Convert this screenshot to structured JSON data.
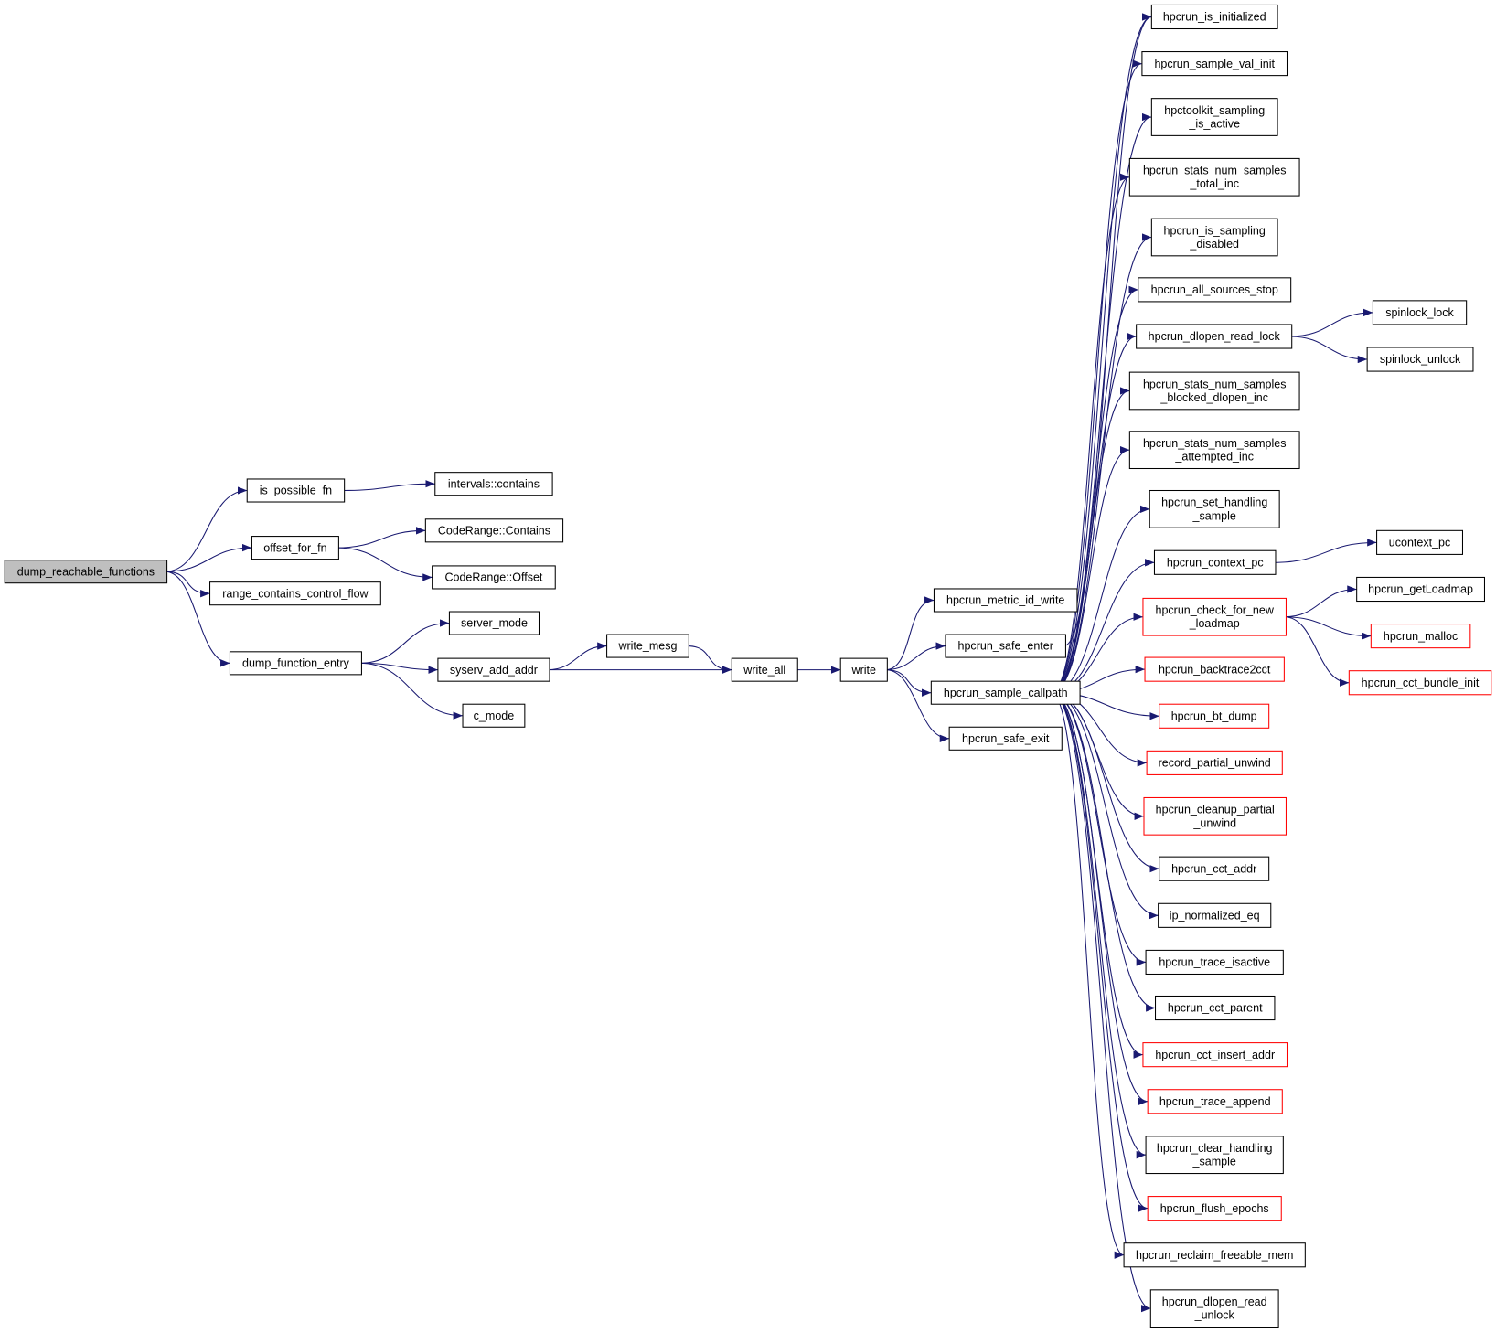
{
  "colors": {
    "edge": "#191970",
    "root_fill": "#bfbfbf",
    "border": "#000000",
    "truncated_border": "#ff0000"
  },
  "nodes": [
    {
      "id": "dump_reachable_functions",
      "lines": [
        "dump_reachable_functions"
      ],
      "root": true
    },
    {
      "id": "is_possible_fn",
      "lines": [
        "is_possible_fn"
      ]
    },
    {
      "id": "intervals_contains",
      "lines": [
        "intervals::contains"
      ]
    },
    {
      "id": "offset_for_fn",
      "lines": [
        "offset_for_fn"
      ]
    },
    {
      "id": "coderange_contains",
      "lines": [
        "CodeRange::Contains"
      ]
    },
    {
      "id": "coderange_offset",
      "lines": [
        "CodeRange::Offset"
      ]
    },
    {
      "id": "range_contains_control_flow",
      "lines": [
        "range_contains_control_flow"
      ]
    },
    {
      "id": "dump_function_entry",
      "lines": [
        "dump_function_entry"
      ]
    },
    {
      "id": "server_mode",
      "lines": [
        "server_mode"
      ]
    },
    {
      "id": "syserv_add_addr",
      "lines": [
        "syserv_add_addr"
      ]
    },
    {
      "id": "c_mode",
      "lines": [
        "c_mode"
      ]
    },
    {
      "id": "write_mesg",
      "lines": [
        "write_mesg"
      ]
    },
    {
      "id": "write_all",
      "lines": [
        "write_all"
      ]
    },
    {
      "id": "write",
      "lines": [
        "write"
      ]
    },
    {
      "id": "hpcrun_metric_id_write",
      "lines": [
        "hpcrun_metric_id_write"
      ]
    },
    {
      "id": "hpcrun_safe_enter",
      "lines": [
        "hpcrun_safe_enter"
      ]
    },
    {
      "id": "hpcrun_sample_callpath",
      "lines": [
        "hpcrun_sample_callpath"
      ]
    },
    {
      "id": "hpcrun_safe_exit",
      "lines": [
        "hpcrun_safe_exit"
      ]
    },
    {
      "id": "hpcrun_is_initialized",
      "lines": [
        "hpcrun_is_initialized"
      ]
    },
    {
      "id": "hpcrun_sample_val_init",
      "lines": [
        "hpcrun_sample_val_init"
      ]
    },
    {
      "id": "hpctoolkit_sampling_is_active",
      "lines": [
        "hpctoolkit_sampling",
        "_is_active"
      ]
    },
    {
      "id": "hpcrun_stats_num_samples_total_inc",
      "lines": [
        "hpcrun_stats_num_samples",
        "_total_inc"
      ]
    },
    {
      "id": "hpcrun_is_sampling_disabled",
      "lines": [
        "hpcrun_is_sampling",
        "_disabled"
      ]
    },
    {
      "id": "hpcrun_all_sources_stop",
      "lines": [
        "hpcrun_all_sources_stop"
      ]
    },
    {
      "id": "hpcrun_dlopen_read_lock",
      "lines": [
        "hpcrun_dlopen_read_lock"
      ]
    },
    {
      "id": "hpcrun_stats_num_samples_blocked_dlopen_inc",
      "lines": [
        "hpcrun_stats_num_samples",
        "_blocked_dlopen_inc"
      ]
    },
    {
      "id": "hpcrun_stats_num_samples_attempted_inc",
      "lines": [
        "hpcrun_stats_num_samples",
        "_attempted_inc"
      ]
    },
    {
      "id": "hpcrun_set_handling_sample",
      "lines": [
        "hpcrun_set_handling",
        "_sample"
      ]
    },
    {
      "id": "hpcrun_context_pc",
      "lines": [
        "hpcrun_context_pc"
      ]
    },
    {
      "id": "hpcrun_check_for_new_loadmap",
      "lines": [
        "hpcrun_check_for_new",
        "_loadmap"
      ],
      "truncated": true
    },
    {
      "id": "hpcrun_backtrace2cct",
      "lines": [
        "hpcrun_backtrace2cct"
      ],
      "truncated": true
    },
    {
      "id": "hpcrun_bt_dump",
      "lines": [
        "hpcrun_bt_dump"
      ],
      "truncated": true
    },
    {
      "id": "record_partial_unwind",
      "lines": [
        "record_partial_unwind"
      ],
      "truncated": true
    },
    {
      "id": "hpcrun_cleanup_partial_unwind",
      "lines": [
        "hpcrun_cleanup_partial",
        "_unwind"
      ],
      "truncated": true
    },
    {
      "id": "hpcrun_cct_addr",
      "lines": [
        "hpcrun_cct_addr"
      ]
    },
    {
      "id": "ip_normalized_eq",
      "lines": [
        "ip_normalized_eq"
      ]
    },
    {
      "id": "hpcrun_trace_isactive",
      "lines": [
        "hpcrun_trace_isactive"
      ]
    },
    {
      "id": "hpcrun_cct_parent",
      "lines": [
        "hpcrun_cct_parent"
      ]
    },
    {
      "id": "hpcrun_cct_insert_addr",
      "lines": [
        "hpcrun_cct_insert_addr"
      ],
      "truncated": true
    },
    {
      "id": "hpcrun_trace_append",
      "lines": [
        "hpcrun_trace_append"
      ],
      "truncated": true
    },
    {
      "id": "hpcrun_clear_handling_sample",
      "lines": [
        "hpcrun_clear_handling",
        "_sample"
      ]
    },
    {
      "id": "hpcrun_flush_epochs",
      "lines": [
        "hpcrun_flush_epochs"
      ],
      "truncated": true
    },
    {
      "id": "hpcrun_reclaim_freeable_mem",
      "lines": [
        "hpcrun_reclaim_freeable_mem"
      ]
    },
    {
      "id": "hpcrun_dlopen_read_unlock",
      "lines": [
        "hpcrun_dlopen_read",
        "_unlock"
      ]
    },
    {
      "id": "spinlock_lock",
      "lines": [
        "spinlock_lock"
      ]
    },
    {
      "id": "spinlock_unlock",
      "lines": [
        "spinlock_unlock"
      ]
    },
    {
      "id": "ucontext_pc",
      "lines": [
        "ucontext_pc"
      ]
    },
    {
      "id": "hpcrun_getLoadmap",
      "lines": [
        "hpcrun_getLoadmap"
      ]
    },
    {
      "id": "hpcrun_malloc",
      "lines": [
        "hpcrun_malloc"
      ],
      "truncated": true
    },
    {
      "id": "hpcrun_cct_bundle_init",
      "lines": [
        "hpcrun_cct_bundle_init"
      ],
      "truncated": true
    }
  ],
  "edges": [
    [
      "dump_reachable_functions",
      "is_possible_fn"
    ],
    [
      "dump_reachable_functions",
      "offset_for_fn"
    ],
    [
      "dump_reachable_functions",
      "range_contains_control_flow"
    ],
    [
      "dump_reachable_functions",
      "dump_function_entry"
    ],
    [
      "is_possible_fn",
      "intervals_contains"
    ],
    [
      "offset_for_fn",
      "coderange_contains"
    ],
    [
      "offset_for_fn",
      "coderange_offset"
    ],
    [
      "dump_function_entry",
      "server_mode"
    ],
    [
      "dump_function_entry",
      "syserv_add_addr"
    ],
    [
      "dump_function_entry",
      "c_mode"
    ],
    [
      "syserv_add_addr",
      "write_mesg"
    ],
    [
      "syserv_add_addr",
      "write_all"
    ],
    [
      "write_mesg",
      "write_all"
    ],
    [
      "write_all",
      "write"
    ],
    [
      "write",
      "hpcrun_metric_id_write"
    ],
    [
      "write",
      "hpcrun_safe_enter"
    ],
    [
      "write",
      "hpcrun_sample_callpath"
    ],
    [
      "write",
      "hpcrun_safe_exit"
    ],
    [
      "hpcrun_safe_enter",
      "hpcrun_is_initialized"
    ],
    [
      "hpcrun_sample_callpath",
      "hpcrun_is_initialized"
    ],
    [
      "hpcrun_sample_callpath",
      "hpcrun_sample_val_init"
    ],
    [
      "hpcrun_sample_callpath",
      "hpctoolkit_sampling_is_active"
    ],
    [
      "hpcrun_sample_callpath",
      "hpcrun_stats_num_samples_total_inc"
    ],
    [
      "hpcrun_sample_callpath",
      "hpcrun_is_sampling_disabled"
    ],
    [
      "hpcrun_sample_callpath",
      "hpcrun_all_sources_stop"
    ],
    [
      "hpcrun_sample_callpath",
      "hpcrun_dlopen_read_lock"
    ],
    [
      "hpcrun_sample_callpath",
      "hpcrun_stats_num_samples_blocked_dlopen_inc"
    ],
    [
      "hpcrun_sample_callpath",
      "hpcrun_stats_num_samples_attempted_inc"
    ],
    [
      "hpcrun_sample_callpath",
      "hpcrun_set_handling_sample"
    ],
    [
      "hpcrun_sample_callpath",
      "hpcrun_context_pc"
    ],
    [
      "hpcrun_sample_callpath",
      "hpcrun_check_for_new_loadmap"
    ],
    [
      "hpcrun_sample_callpath",
      "hpcrun_backtrace2cct"
    ],
    [
      "hpcrun_sample_callpath",
      "hpcrun_bt_dump"
    ],
    [
      "hpcrun_sample_callpath",
      "record_partial_unwind"
    ],
    [
      "hpcrun_sample_callpath",
      "hpcrun_cleanup_partial_unwind"
    ],
    [
      "hpcrun_sample_callpath",
      "hpcrun_cct_addr"
    ],
    [
      "hpcrun_sample_callpath",
      "ip_normalized_eq"
    ],
    [
      "hpcrun_sample_callpath",
      "hpcrun_trace_isactive"
    ],
    [
      "hpcrun_sample_callpath",
      "hpcrun_cct_parent"
    ],
    [
      "hpcrun_sample_callpath",
      "hpcrun_cct_insert_addr"
    ],
    [
      "hpcrun_sample_callpath",
      "hpcrun_trace_append"
    ],
    [
      "hpcrun_sample_callpath",
      "hpcrun_clear_handling_sample"
    ],
    [
      "hpcrun_sample_callpath",
      "hpcrun_flush_epochs"
    ],
    [
      "hpcrun_sample_callpath",
      "hpcrun_reclaim_freeable_mem"
    ],
    [
      "hpcrun_sample_callpath",
      "hpcrun_dlopen_read_unlock"
    ],
    [
      "hpcrun_dlopen_read_lock",
      "spinlock_lock"
    ],
    [
      "hpcrun_dlopen_read_lock",
      "spinlock_unlock"
    ],
    [
      "hpcrun_context_pc",
      "ucontext_pc"
    ],
    [
      "hpcrun_check_for_new_loadmap",
      "hpcrun_getLoadmap"
    ],
    [
      "hpcrun_check_for_new_loadmap",
      "hpcrun_malloc"
    ],
    [
      "hpcrun_check_for_new_loadmap",
      "hpcrun_cct_bundle_init"
    ]
  ]
}
